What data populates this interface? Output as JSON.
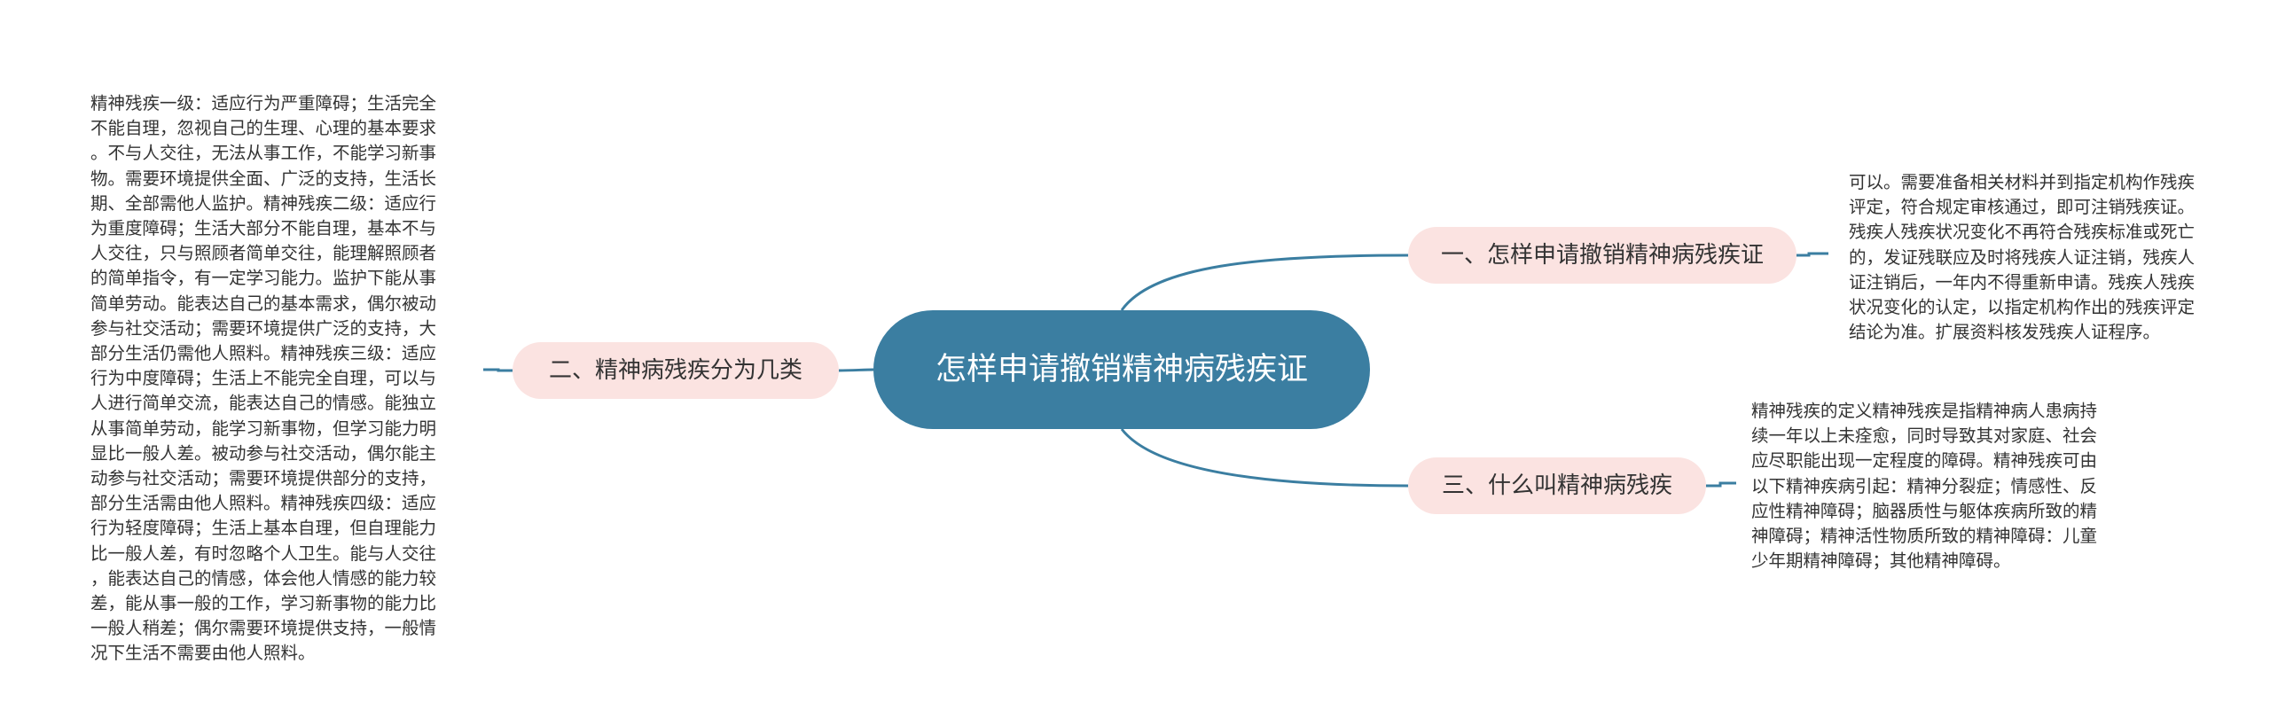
{
  "colors": {
    "central_fill": "#3b7ea1",
    "central_text": "#ffffff",
    "branch_fill": "#fbe3e1",
    "connector": "#3b7ea1",
    "text": "#333333"
  },
  "central": {
    "title": "怎样申请撤销精神病残疾证"
  },
  "branches": [
    {
      "label": "一、怎样申请撤销精神病残疾证",
      "detail": "可以。需要准备相关材料并到指定机构作残疾\n评定，符合规定审核通过，即可注销残疾证。\n残疾人残疾状况变化不再符合残疾标准或死亡\n的，发证残联应及时将残疾人证注销，残疾人\n证注销后，一年内不得重新申请。残疾人残疾\n状况变化的认定，以指定机构作出的残疾评定\n结论为准。扩展资料核发残疾人证程序。"
    },
    {
      "label": "二、精神病残疾分为几类",
      "detail": "精神残疾一级：适应行为严重障碍；生活完全\n不能自理，忽视自己的生理、心理的基本要求\n。不与人交往，无法从事工作，不能学习新事\n物。需要环境提供全面、广泛的支持，生活长\n期、全部需他人监护。精神残疾二级：适应行\n为重度障碍；生活大部分不能自理，基本不与\n人交往，只与照顾者简单交往，能理解照顾者\n的简单指令，有一定学习能力。监护下能从事\n简单劳动。能表达自己的基本需求，偶尔被动\n参与社交活动；需要环境提供广泛的支持，大\n部分生活仍需他人照料。精神残疾三级：适应\n行为中度障碍；生活上不能完全自理，可以与\n人进行简单交流，能表达自己的情感。能独立\n从事简单劳动，能学习新事物，但学习能力明\n显比一般人差。被动参与社交活动，偶尔能主\n动参与社交活动；需要环境提供部分的支持，\n部分生活需由他人照料。精神残疾四级：适应\n行为轻度障碍；生活上基本自理，但自理能力\n比一般人差，有时忽略个人卫生。能与人交往\n，能表达自己的情感，体会他人情感的能力较\n差，能从事一般的工作，学习新事物的能力比\n一般人稍差；偶尔需要环境提供支持，一般情\n况下生活不需要由他人照料。"
    },
    {
      "label": "三、什么叫精神病残疾",
      "detail": "精神残疾的定义精神残疾是指精神病人患病持\n续一年以上未痊愈，同时导致其对家庭、社会\n应尽职能出现一定程度的障碍。精神残疾可由\n以下精神疾病引起：精神分裂症；情感性、反\n应性精神障碍；脑器质性与躯体疾病所致的精\n神障碍；精神活性物质所致的精神障碍：儿童\n少年期精神障碍；其他精神障碍。"
    }
  ]
}
